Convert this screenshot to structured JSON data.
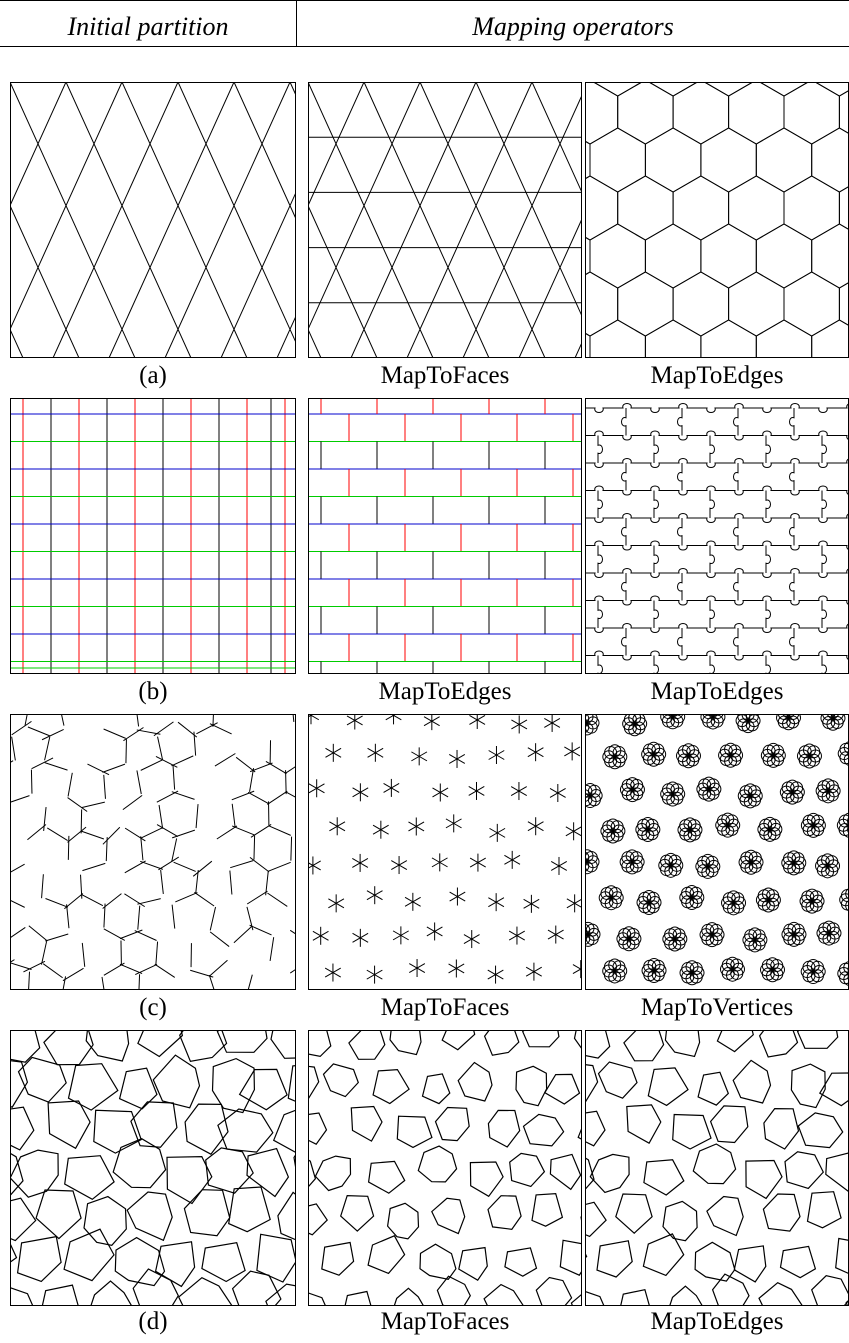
{
  "header": {
    "left": "Initial partition",
    "right": "Mapping operators"
  },
  "rows": [
    {
      "label": "(a)",
      "ops": [
        "MapToFaces",
        "MapToEdges"
      ]
    },
    {
      "label": "(b)",
      "ops": [
        "MapToEdges",
        "MapToEdges"
      ]
    },
    {
      "label": "(c)",
      "ops": [
        "MapToFaces",
        "MapToVertices"
      ]
    },
    {
      "label": "(d)",
      "ops": [
        "MapToFaces",
        "MapToEdges"
      ]
    }
  ],
  "colors": {
    "line": "#000000",
    "red": "#ff0000",
    "green": "#00cc00",
    "blue": "#0000cc"
  }
}
